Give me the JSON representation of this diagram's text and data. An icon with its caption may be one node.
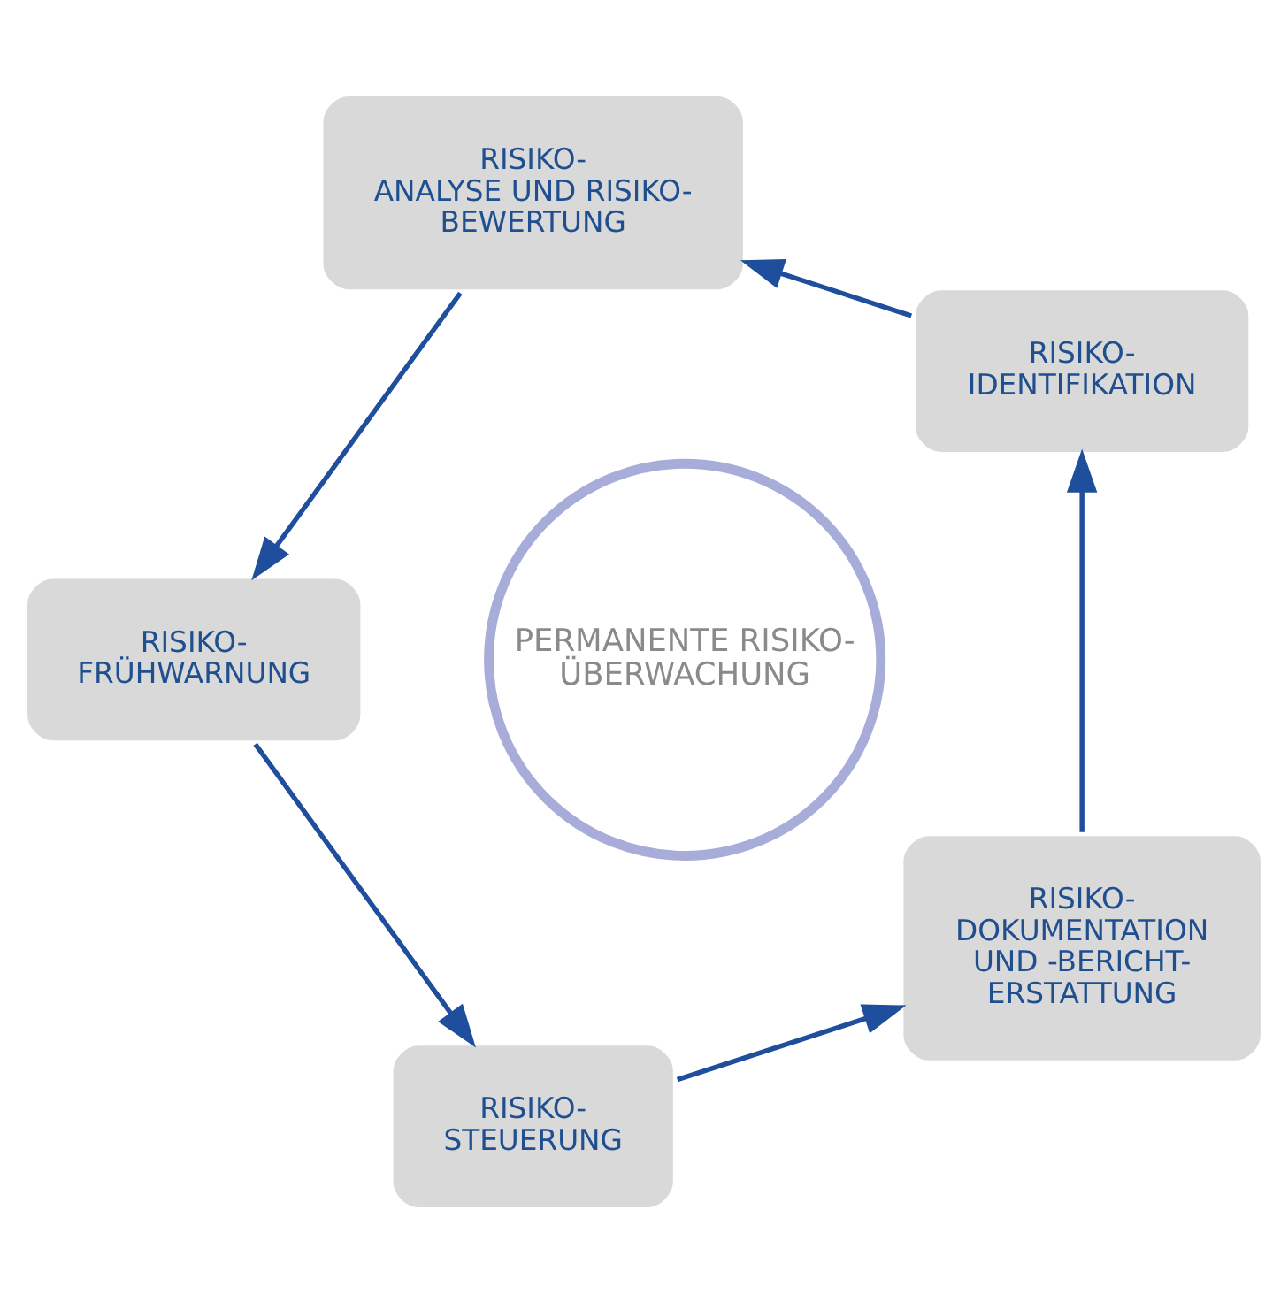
{
  "diagram": {
    "nodes": [
      {
        "text": [
          "PERMANENTE RISIKO- ÜBERWACHUNG"
        ]
      },
      {
        "text": [
          "RISIKO- IDENTIFIKATION"
        ]
      },
      {
        "text": [
          "RISIKO- ANALYSE UND RISIKO- BEWERTUNG"
        ]
      },
      {
        "text": [
          "RISIKO- FRÜHWARNUNG"
        ]
      },
      {
        "text": [
          "RISIKO- STEUERUNG"
        ]
      },
      {
        "text": [
          "RISIKO- DOKUMENTATION UND -BERICHT- ERSTATTUNG"
        ]
      }
    ],
    "edges": [
      {
        "from": 1,
        "to": 2,
        "arrow": "to"
      },
      {
        "from": 2,
        "to": 3,
        "arrow": "to"
      },
      {
        "from": 3,
        "to": 4,
        "arrow": "to"
      },
      {
        "from": 4,
        "to": 5,
        "arrow": "to"
      },
      {
        "from": 5,
        "to": 1,
        "arrow": "to"
      }
    ]
  }
}
